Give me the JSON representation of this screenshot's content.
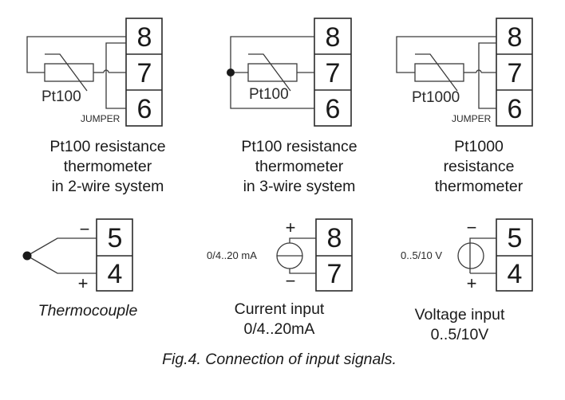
{
  "figure_caption": "Fig.4. Connection of input signals.",
  "panels": {
    "pt100_2wire": {
      "terminals": [
        "8",
        "7",
        "6"
      ],
      "sensor_label": "Pt100",
      "jumper_label": "JUMPER",
      "caption": [
        "Pt100 resistance",
        "thermometer",
        "in 2-wire system"
      ]
    },
    "pt100_3wire": {
      "terminals": [
        "8",
        "7",
        "6"
      ],
      "sensor_label": "Pt100",
      "caption": [
        "Pt100 resistance",
        "thermometer",
        "in 3-wire system"
      ]
    },
    "pt1000": {
      "terminals": [
        "8",
        "7",
        "6"
      ],
      "sensor_label": "Pt1000",
      "jumper_label": "JUMPER",
      "caption": [
        "Pt1000",
        "resistance",
        "thermometer"
      ]
    },
    "thermocouple": {
      "terminals": [
        "5",
        "4"
      ],
      "minus": "−",
      "plus": "+",
      "caption": [
        "Thermocouple"
      ]
    },
    "current_input": {
      "terminals": [
        "8",
        "7"
      ],
      "source_label": "0/4..20 mA",
      "plus": "+",
      "minus": "−",
      "caption": [
        "Current input",
        "0/4..20mA"
      ]
    },
    "voltage_input": {
      "terminals": [
        "5",
        "4"
      ],
      "source_label": "0..5/10 V",
      "minus": "−",
      "plus": "+",
      "caption": [
        "Voltage input",
        "0..5/10V"
      ]
    }
  }
}
